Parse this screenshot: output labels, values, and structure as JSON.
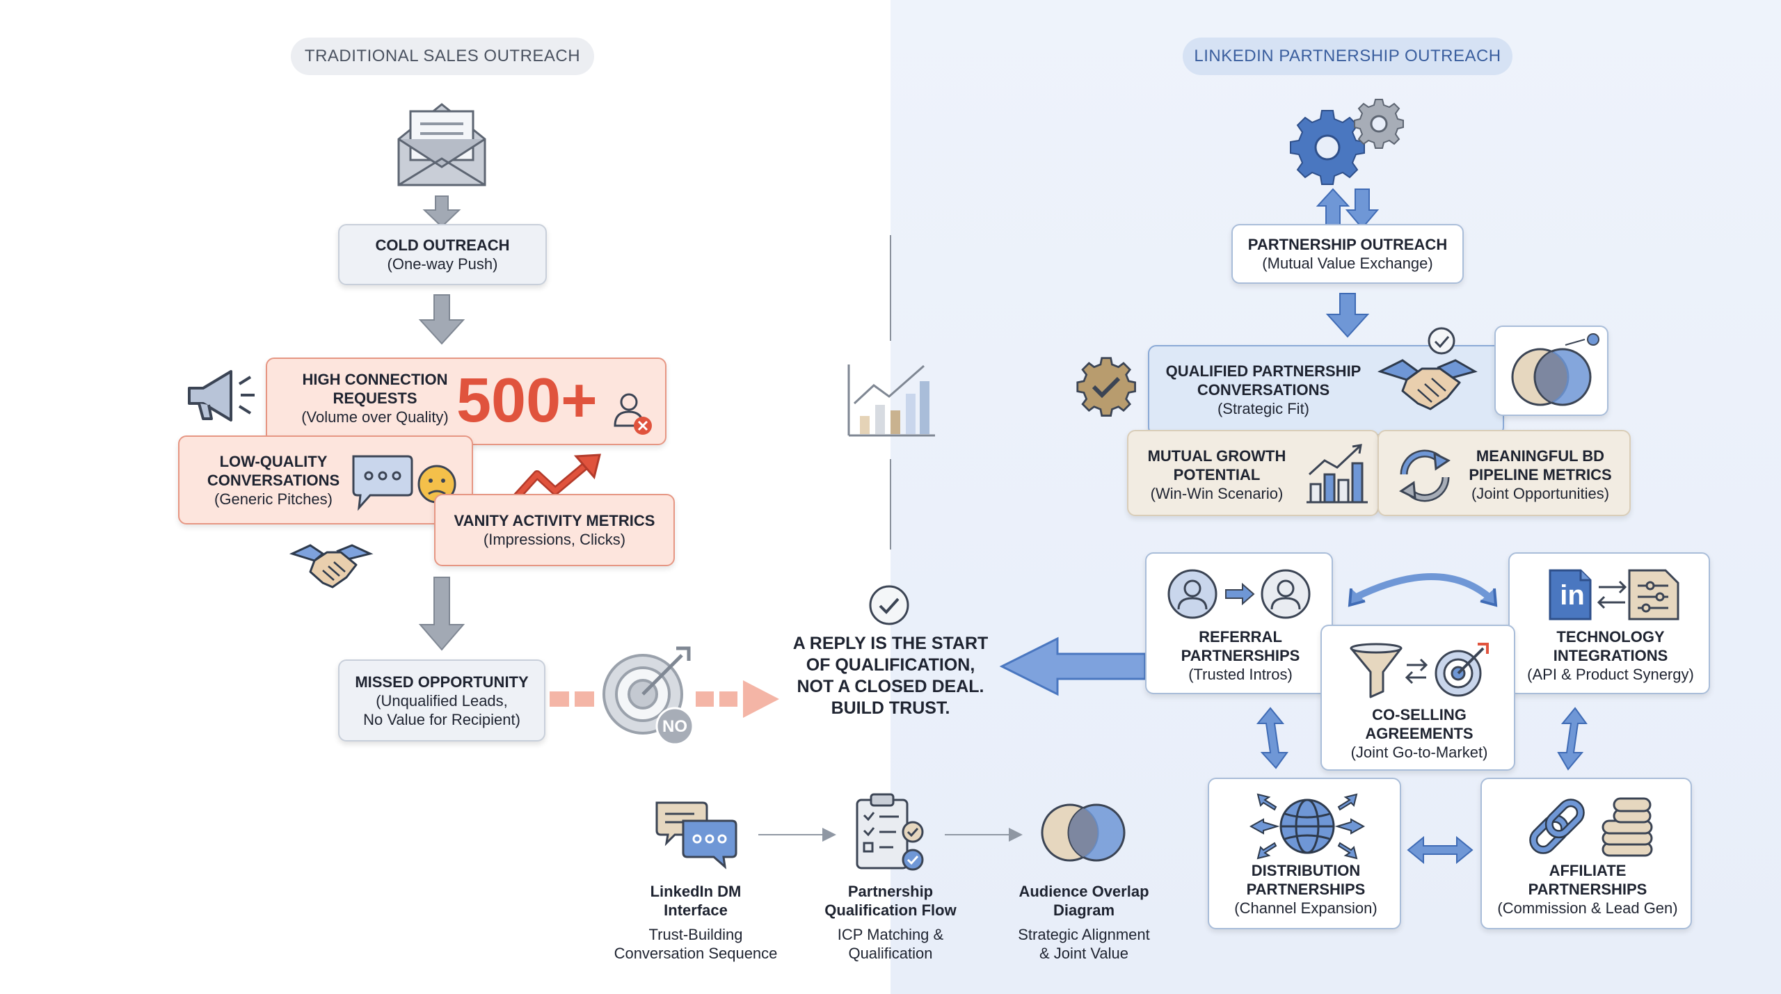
{
  "left": {
    "header": "TRADITIONAL SALES OUTREACH",
    "cold": {
      "title": "COLD OUTREACH",
      "sub": "(One-way Push)"
    },
    "high": {
      "title1": "HIGH CONNECTION",
      "title2": "REQUESTS",
      "sub": "(Volume over Quality)",
      "big": "500+"
    },
    "lowq": {
      "title1": "LOW-QUALITY",
      "title2": "CONVERSATIONS",
      "sub": "(Generic Pitches)"
    },
    "vanity": {
      "title": "VANITY ACTIVITY METRICS",
      "sub": "(Impressions, Clicks)"
    },
    "missed": {
      "title": "MISSED OPPORTUNITY",
      "sub1": "(Unqualified Leads,",
      "sub2": "No Value for Recipient)"
    },
    "no_badge": "NO"
  },
  "center": {
    "message": [
      "A REPLY IS THE START",
      "OF QUALIFICATION,",
      "NOT A CLOSED DEAL.",
      "BUILD TRUST."
    ]
  },
  "bottom": [
    {
      "title1": "LinkedIn DM",
      "title2": "Interface",
      "sub1": "Trust-Building",
      "sub2": "Conversation Sequence"
    },
    {
      "title1": "Partnership",
      "title2": "Qualification Flow",
      "sub1": "ICP Matching &",
      "sub2": "Qualification"
    },
    {
      "title1": "Audience Overlap",
      "title2": "Diagram",
      "sub1": "Strategic Alignment",
      "sub2": "& Joint Value"
    }
  ],
  "right": {
    "header": "LINKEDIN PARTNERSHIP OUTREACH",
    "partnership": {
      "title": "PARTNERSHIP OUTREACH",
      "sub": "(Mutual Value Exchange)"
    },
    "qualified": {
      "title1": "QUALIFIED PARTNERSHIP",
      "title2": "CONVERSATIONS",
      "sub": "(Strategic Fit)"
    },
    "mutual": {
      "title1": "MUTUAL GROWTH",
      "title2": "POTENTIAL",
      "sub": "(Win-Win Scenario)"
    },
    "meaningful": {
      "title1": "MEANINGFUL BD",
      "title2": "PIPELINE METRICS",
      "sub": "(Joint Opportunities)"
    },
    "referral": {
      "title1": "REFERRAL",
      "title2": "PARTNERSHIPS",
      "sub": "(Trusted Intros)"
    },
    "cosell": {
      "title1": "CO-SELLING",
      "title2": "AGREEMENTS",
      "sub": "(Joint Go-to-Market)"
    },
    "tech": {
      "title1": "TECHNOLOGY",
      "title2": "INTEGRATIONS",
      "sub": "(API & Product Synergy)"
    },
    "distribution": {
      "title1": "DISTRIBUTION",
      "title2": "PARTNERSHIPS",
      "sub": "(Channel Expansion)"
    },
    "affiliate": {
      "title1": "AFFILIATE",
      "title2": "PARTNERSHIPS",
      "sub": "(Commission & Lead Gen)"
    },
    "linkedin_logo": "in"
  },
  "colors": {
    "blue": "#4a77c0",
    "red": "#e0533d",
    "gray": "#8f97a3",
    "beige": "#c9b28f"
  }
}
